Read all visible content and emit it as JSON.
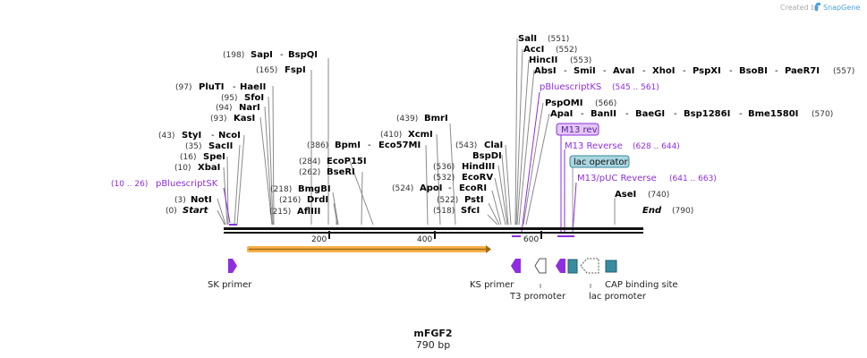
{
  "header": {
    "credit_prefix": "Created by",
    "credit_brand": "SnapGene"
  },
  "plasmid": {
    "name": "mFGF2",
    "length_label": "790 bp",
    "length": 790
  },
  "ruler": {
    "ticks": [
      200,
      400,
      600
    ]
  },
  "enzymes": [
    {
      "id": "start",
      "pos": "(0)",
      "name": "Start",
      "italic": true
    },
    {
      "id": "noti",
      "pos": "(3)",
      "name": "NotI"
    },
    {
      "id": "xbai",
      "pos": "(10)",
      "name": "XbaI"
    },
    {
      "id": "spei",
      "pos": "(16)",
      "name": "SpeI"
    },
    {
      "id": "sacii",
      "pos": "(35)",
      "name": "SacII"
    },
    {
      "id": "styi",
      "pos": "(43)",
      "name": "StyI",
      "extra": "NcoI"
    },
    {
      "id": "kasi",
      "pos": "(93)",
      "name": "KasI"
    },
    {
      "id": "nari",
      "pos": "(94)",
      "name": "NarI"
    },
    {
      "id": "sfoi",
      "pos": "(95)",
      "name": "SfoI"
    },
    {
      "id": "pluti",
      "pos": "(97)",
      "name": "PluTI",
      "extra": "HaeII"
    },
    {
      "id": "fspi",
      "pos": "(165)",
      "name": "FspI"
    },
    {
      "id": "sapi",
      "pos": "(198)",
      "name": "SapI",
      "extra": "BspQI"
    },
    {
      "id": "aflIII",
      "pos": "(215)",
      "name": "AflIII"
    },
    {
      "id": "drdi",
      "pos": "(216)",
      "name": "DrdI"
    },
    {
      "id": "bmgbi",
      "pos": "(218)",
      "name": "BmgBI"
    },
    {
      "id": "bseri",
      "pos": "(262)",
      "name": "BseRI"
    },
    {
      "id": "ecop15i",
      "pos": "(284)",
      "name": "EcoP15I"
    },
    {
      "id": "bpmi",
      "pos": "(386)",
      "name": "BpmI",
      "extra": "Eco57MI"
    },
    {
      "id": "xcmi",
      "pos": "(410)",
      "name": "XcmI"
    },
    {
      "id": "bmri",
      "pos": "(439)",
      "name": "BmrI"
    },
    {
      "id": "sfci",
      "pos": "(518)",
      "name": "SfcI"
    },
    {
      "id": "psti",
      "pos": "(522)",
      "name": "PstI"
    },
    {
      "id": "apoi",
      "pos": "(524)",
      "name": "ApoI",
      "extra": "EcoRI"
    },
    {
      "id": "ecorv",
      "pos": "(532)",
      "name": "EcoRV"
    },
    {
      "id": "hindiii",
      "pos": "(536)",
      "name": "HindIII"
    },
    {
      "id": "bspdi",
      "pos": "",
      "name": "BspDI"
    },
    {
      "id": "clai",
      "pos": "(543)",
      "name": "ClaI"
    },
    {
      "id": "sali",
      "pos": "(551)",
      "name": "SalI"
    },
    {
      "id": "acci",
      "pos": "(552)",
      "name": "AccI"
    },
    {
      "id": "hincii",
      "pos": "(553)",
      "name": "HincII"
    },
    {
      "id": "absi",
      "name": "AbsI",
      "extras": [
        "SmiI",
        "AvaI",
        "XhoI",
        "PspXI",
        "BsoBI",
        "PaeR7I"
      ],
      "pos_after": "(557)"
    },
    {
      "id": "pspomi",
      "pos": "(566)",
      "name": "PspOMI"
    },
    {
      "id": "apai",
      "name": "ApaI",
      "extras": [
        "BanII",
        "BaeGI",
        "Bsp1286I",
        "Bme1580I"
      ],
      "pos_after": "(570)"
    },
    {
      "id": "asei",
      "pos": "(740)",
      "name": "AseI"
    },
    {
      "id": "end",
      "pos": "(790)",
      "name": "End",
      "italic": true
    }
  ],
  "primers": [
    {
      "id": "pbluescriptsk",
      "name": "pBluescriptSK",
      "range": "(10 .. 26)"
    },
    {
      "id": "pbluescriptks",
      "name": "pBluescriptKS",
      "range": "(545 .. 561)"
    },
    {
      "id": "m13rev",
      "name": "M13 rev",
      "boxed": true
    },
    {
      "id": "m13reverse",
      "name": "M13 Reverse",
      "range": "(628 .. 644)"
    },
    {
      "id": "lacoperator",
      "name": "lac operator",
      "boxed": true
    },
    {
      "id": "m13puc",
      "name": "M13/pUC Reverse",
      "range": "(641 .. 663)"
    }
  ],
  "features": [
    {
      "id": "sk-primer",
      "label": "SK primer"
    },
    {
      "id": "ks-primer",
      "label": "KS primer"
    },
    {
      "id": "t3-promoter",
      "label": "T3 promoter"
    },
    {
      "id": "lac-promoter",
      "label": "lac promoter"
    },
    {
      "id": "cap-site",
      "label": "CAP binding site"
    }
  ],
  "colors": {
    "primer": "#8e2ee0",
    "primer_fill": "#e2c6f6",
    "operator_fill": "#a9d6e0",
    "feature_teal": "#3a8aa0",
    "orf_fill": "#f7b24a",
    "orf_arrow": "#a26a12",
    "backbone": "#111111"
  }
}
